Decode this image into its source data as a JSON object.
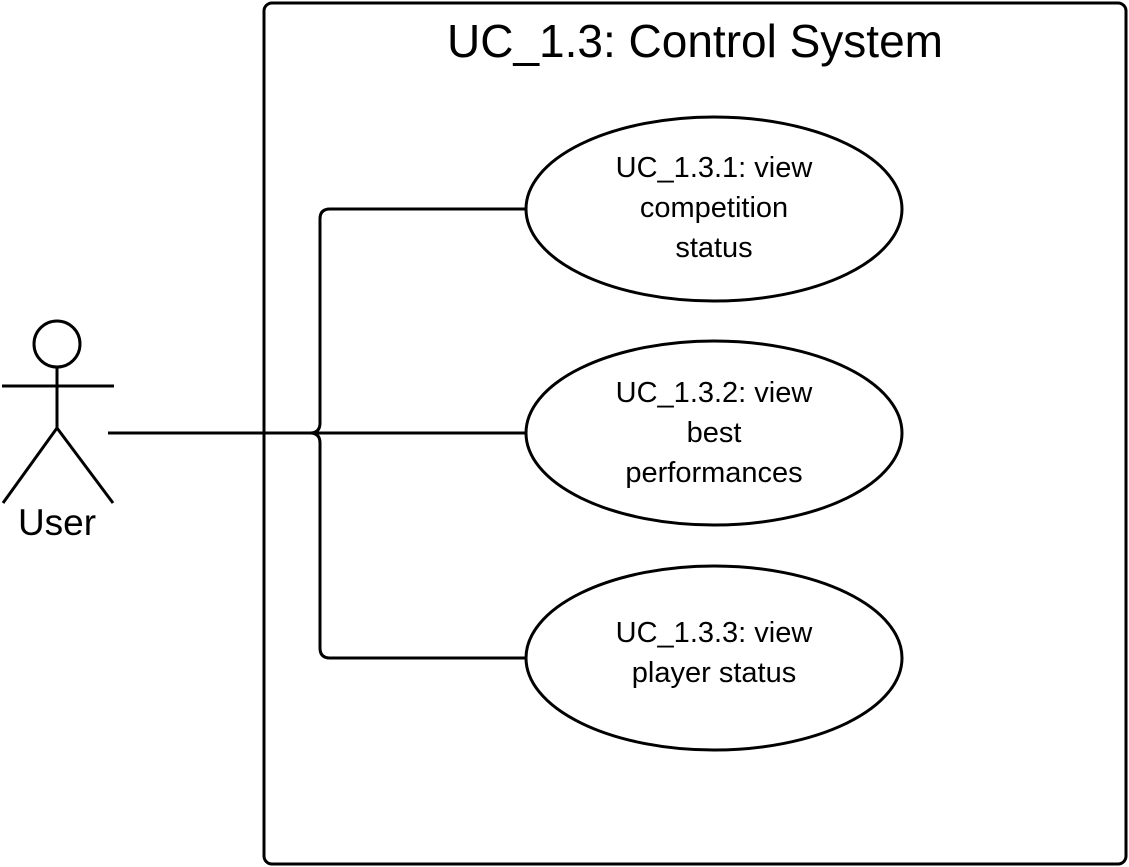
{
  "system": {
    "title": "UC_1.3: Control System"
  },
  "actor": {
    "label": "User",
    "icon": "stick-figure-actor-icon"
  },
  "use_cases": [
    {
      "label": "UC_1.3.1: view\ncompetition\nstatus"
    },
    {
      "label": "UC_1.3.2: view\nbest\nperformances"
    },
    {
      "label": "UC_1.3.3: view\nplayer status"
    }
  ],
  "colors": {
    "stroke": "#000000",
    "background": "#ffffff"
  }
}
